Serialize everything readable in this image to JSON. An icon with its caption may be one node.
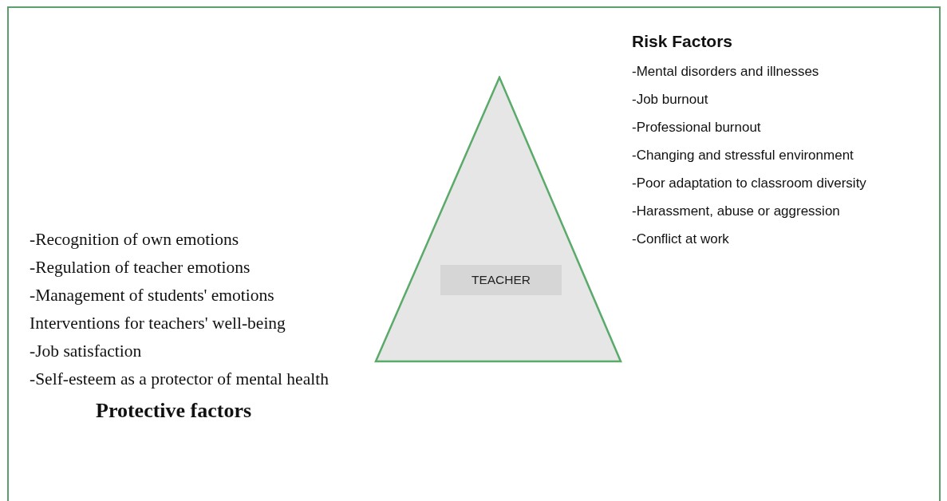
{
  "diagram": {
    "nodes": [
      {
        "text": [],
        "shape": "triangle"
      },
      {
        "text": [
          "TEACHER"
        ],
        "in": 0
      }
    ],
    "labels": [
      "Risk Factors",
      "-Mental disorders and illnesses",
      "-Job burnout",
      "-Professional burnout",
      "-Changing and stressful environment",
      "-Poor adaptation to classroom diversity",
      "-Harassment, abuse or aggression",
      "-Conflict at work",
      "-Recognition of own emotions",
      "-Regulation of teacher emotions",
      "-Management of students' emotions",
      "Interventions for teachers' well-being",
      "-Job satisfaction",
      "-Self-esteem as a protector of mental health",
      "Protective factors"
    ]
  }
}
